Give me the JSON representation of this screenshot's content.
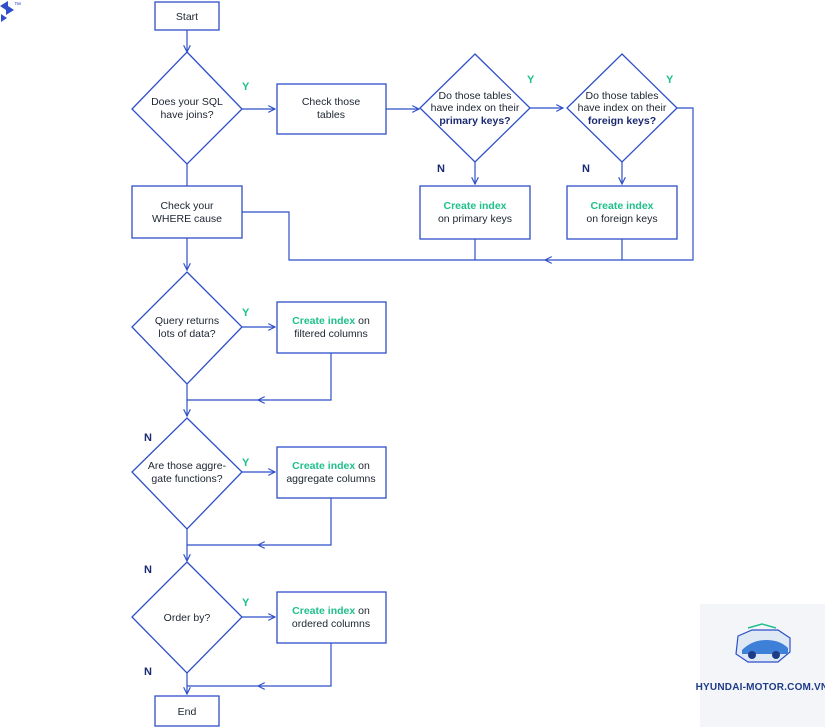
{
  "start": "Start",
  "end": "End",
  "decisions": {
    "joins": [
      "Does your SQL",
      "have joins?"
    ],
    "primary": [
      "Do those tables",
      "have index on their",
      "primary keys?"
    ],
    "foreign": [
      "Do those tables",
      "have index on their",
      "foreign keys?"
    ],
    "returns": [
      "Query returns",
      "lots of data?"
    ],
    "aggregate": [
      "Are those aggre-",
      "gate functions?"
    ],
    "orderby": [
      "Order by?"
    ]
  },
  "processes": {
    "check_tables": [
      "Check those",
      "tables"
    ],
    "check_where": [
      "Check your",
      "WHERE cause"
    ],
    "index_primary": [
      "Create index",
      "on primary keys"
    ],
    "index_foreign": [
      "Create index",
      "on foreign keys"
    ],
    "index_filtered": [
      "Create index",
      "on",
      "filtered columns"
    ],
    "index_aggregate": [
      "Create index",
      "on",
      "aggregate columns"
    ],
    "index_ordered": [
      "Create index",
      "on",
      "ordered columns"
    ]
  },
  "yes_label": "Y",
  "no_label": "N",
  "watermark": "HYUNDAI-MOTOR.COM.VN",
  "brand_mark": "™",
  "colors": {
    "line": "#2e4fc9",
    "accent": "#1ec08c",
    "navy": "#1a2a72"
  }
}
